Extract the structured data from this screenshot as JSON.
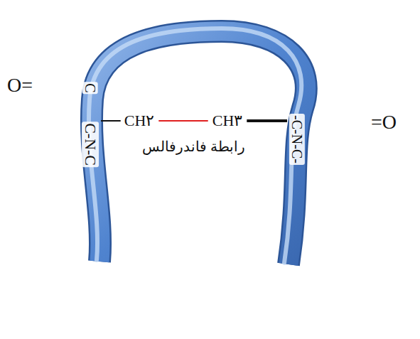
{
  "diagram": {
    "labels": [
      "O=",
      "C",
      "C-N-C",
      "CH٢",
      "CH٣",
      "رابطة فاندرفالس",
      "-C-N-C-",
      "=O"
    ]
  }
}
